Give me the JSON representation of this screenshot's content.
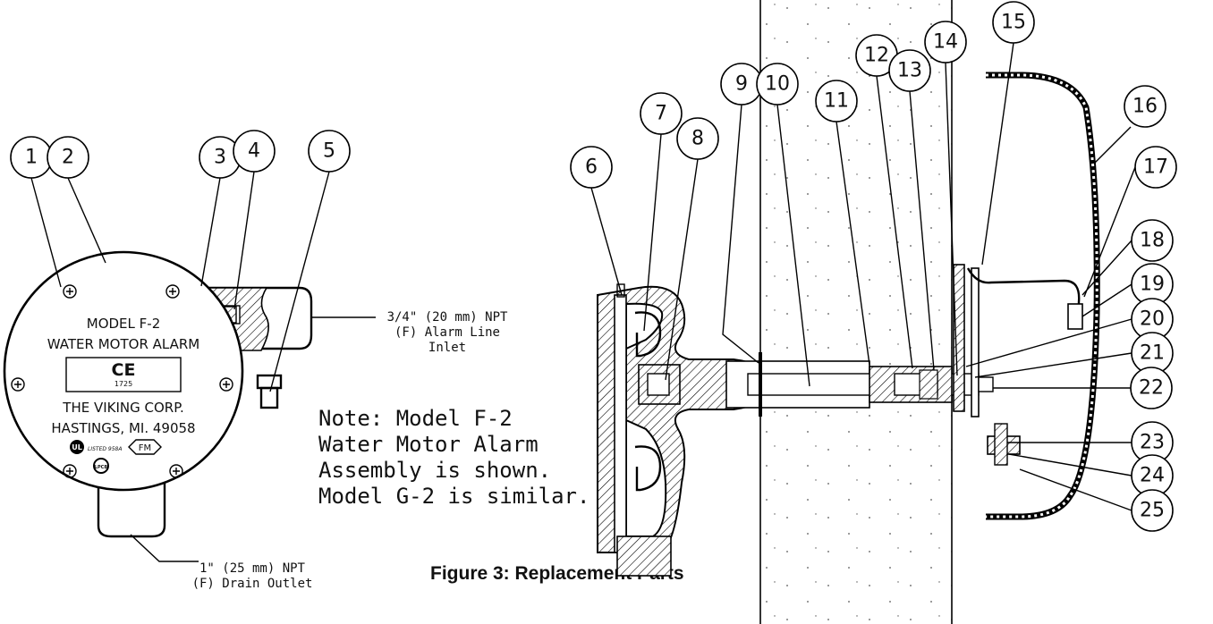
{
  "plate": {
    "model": "MODEL F-2",
    "product": "WATER MOTOR ALARM",
    "ce_mark": "CE",
    "ce_number": "1725",
    "maker": "THE VIKING CORP.",
    "city": "HASTINGS, MI. 49058",
    "listed": "LISTED 958A",
    "ul": "UL",
    "fm": "FM",
    "lpcb": "LPCB"
  },
  "callouts": {
    "inlet": [
      "3/4\" (20 mm) NPT",
      "(F) Alarm Line",
      "Inlet"
    ],
    "drain": [
      "1\" (25 mm) NPT",
      "(F) Drain Outlet"
    ]
  },
  "note": [
    "Note:  Model F-2",
    "Water Motor Alarm",
    "Assembly is shown.",
    "Model G-2 is similar."
  ],
  "caption": "Figure 3:  Replacement Parts",
  "balloons": [
    "1",
    "2",
    "3",
    "4",
    "5",
    "6",
    "7",
    "8",
    "9",
    "10",
    "11",
    "12",
    "13",
    "14",
    "15",
    "16",
    "17",
    "18",
    "19",
    "20",
    "21",
    "22",
    "23",
    "24",
    "25"
  ]
}
